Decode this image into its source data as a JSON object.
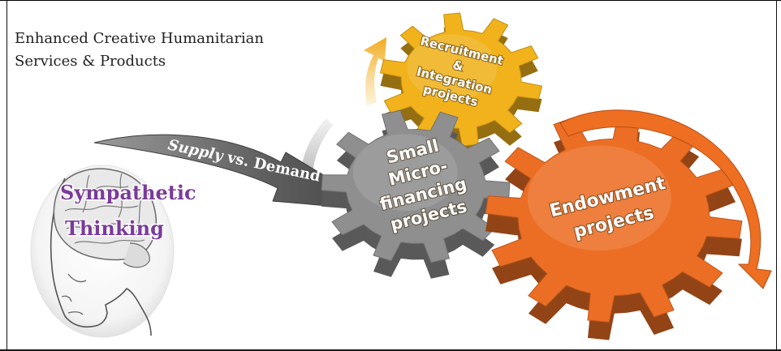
{
  "title": {
    "line1": "Enhanced Creative Humanitarian",
    "line2": "Services & Products"
  },
  "arrow": {
    "label_supply": "Supply",
    "label_rest": " vs. Demand"
  },
  "head": {
    "line1": "Sympathetic",
    "line2": "Thinking"
  },
  "gears": {
    "yellow": {
      "lines": [
        "Recruitment",
        "&",
        "Integration",
        "projects"
      ],
      "color": "#f1b21c"
    },
    "gray": {
      "lines": [
        "Small",
        "Micro-",
        "financing",
        "projects"
      ],
      "color": "#8f8f8f"
    },
    "orange": {
      "lines": [
        "Endowment",
        "projects"
      ],
      "color": "#ec6e24"
    }
  },
  "colors": {
    "arrow": "#6b6b6b",
    "orange_arrow": "#ee6f22",
    "yellow_arrow": "#f2b21a",
    "head_label": "#7a3b9a"
  }
}
